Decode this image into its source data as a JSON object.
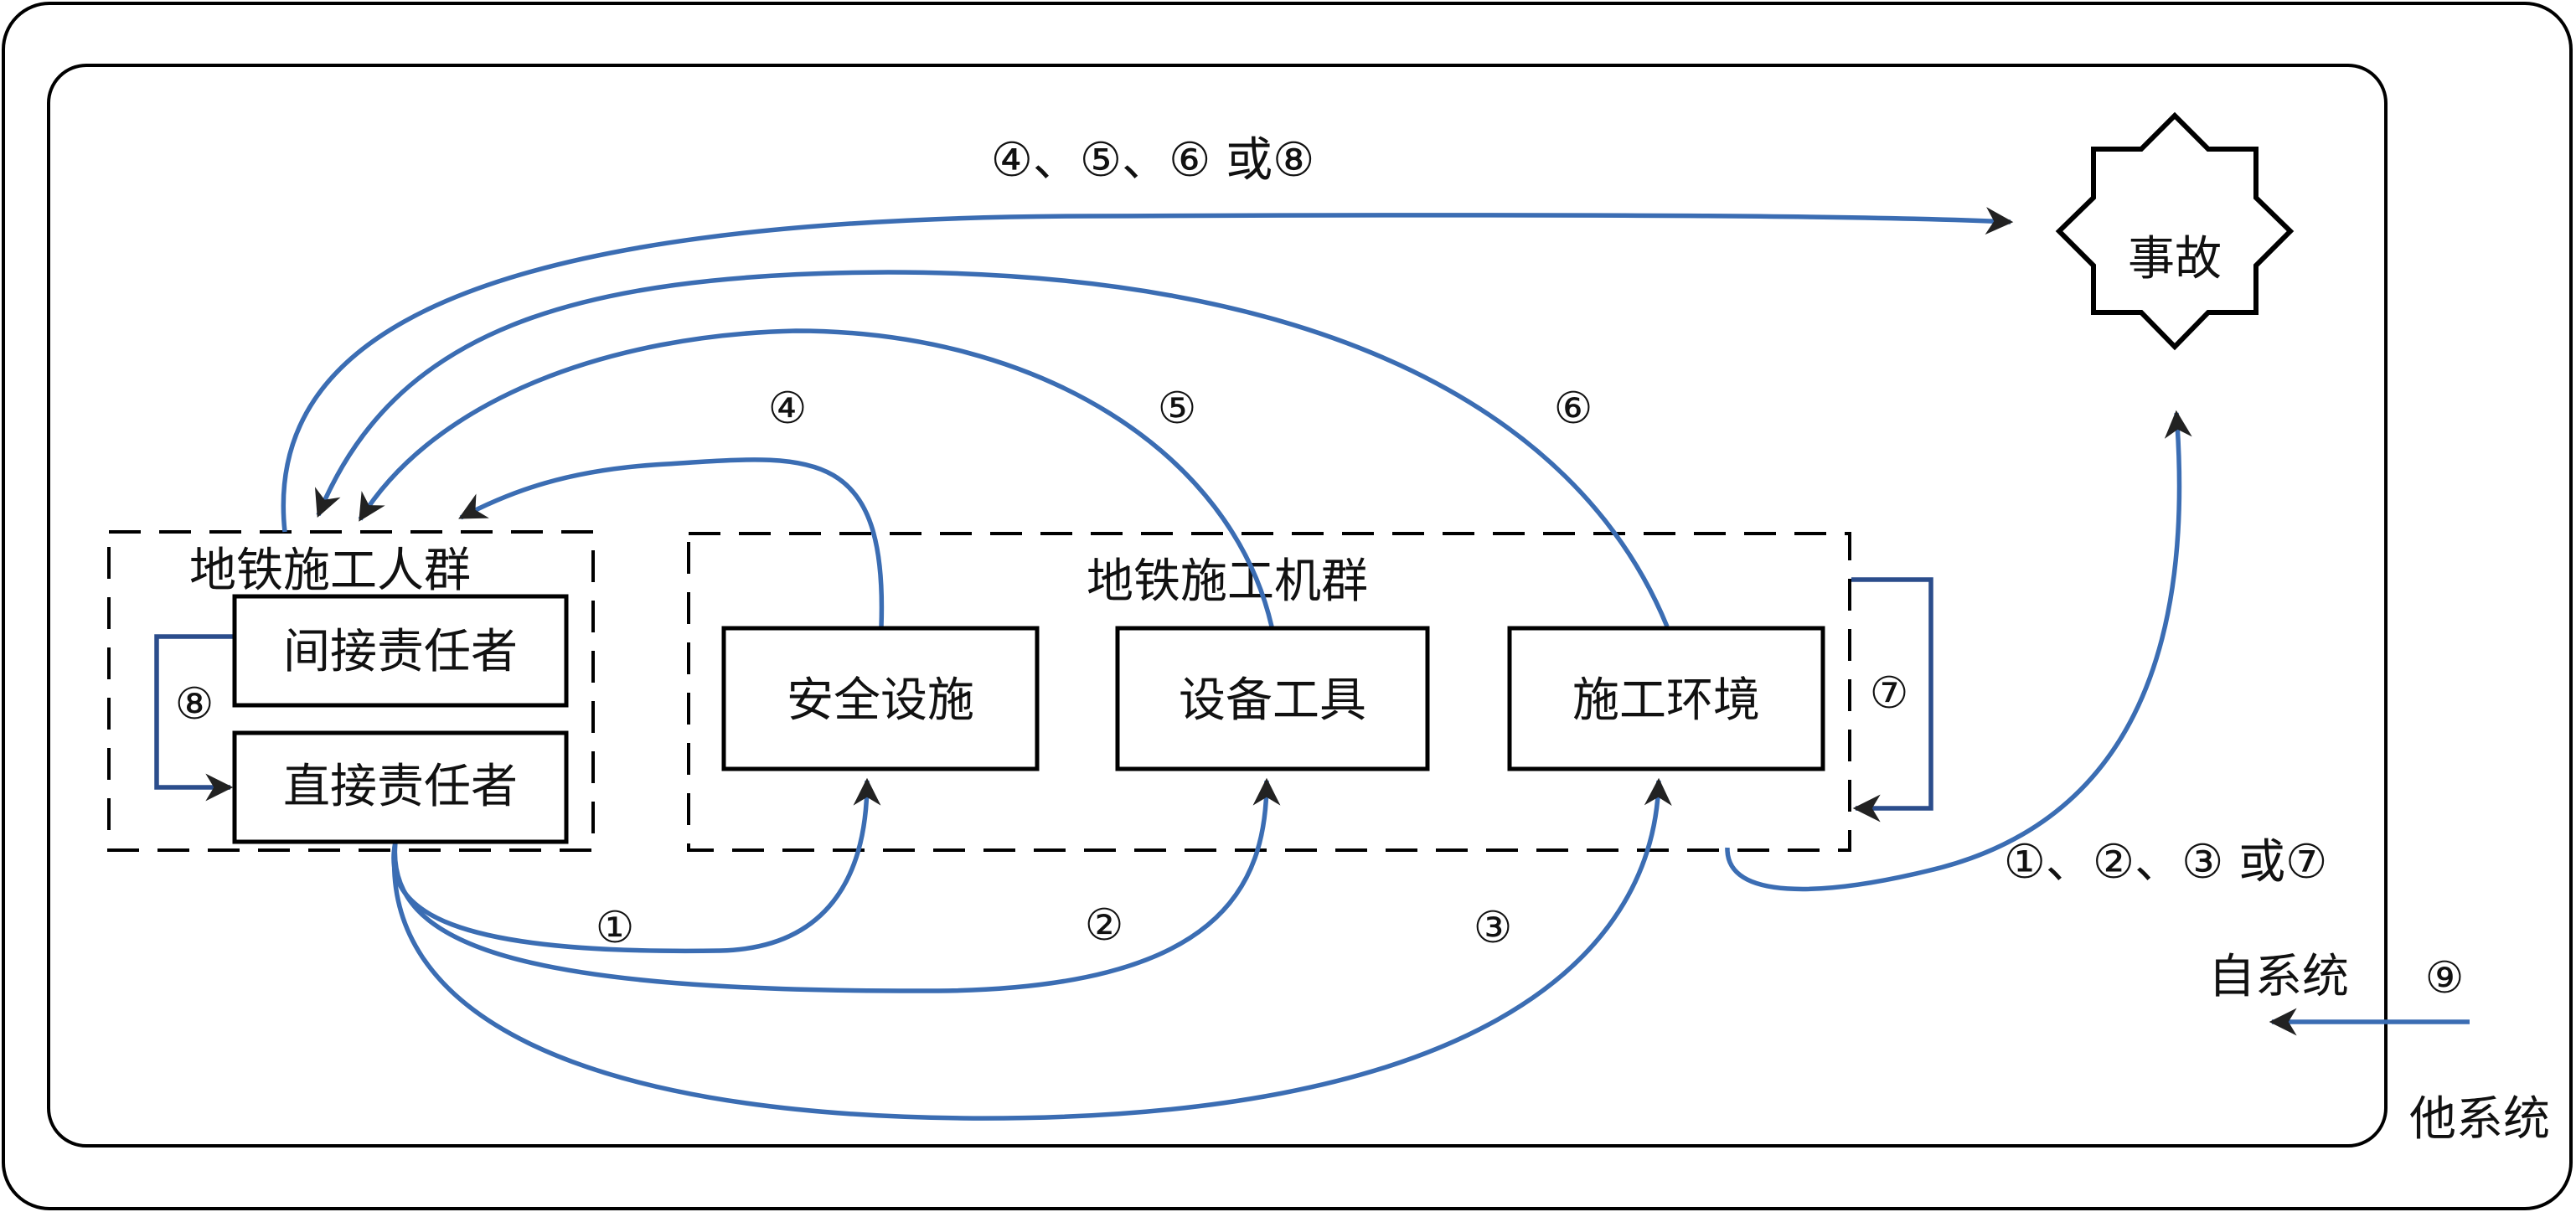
{
  "outer_label": "他系统",
  "self_system_label": "自系统",
  "self_system_marker": "⑨",
  "accident_label": "事故",
  "human_group": {
    "title": "地铁施工人群",
    "indirect": "间接责任者",
    "direct": "直接责任者",
    "loop_marker": "⑧"
  },
  "machine_group": {
    "title": "地铁施工机群",
    "items": [
      "安全设施",
      "设备工具",
      "施工环境"
    ],
    "loop_marker": "⑦"
  },
  "paths": {
    "p1": "①",
    "p2": "②",
    "p3": "③",
    "p4": "④",
    "p5": "⑤",
    "p6": "⑥",
    "to_accident_from_human": "④、⑤、⑥ 或⑧",
    "to_accident_from_machine": "①、②、③ 或⑦"
  },
  "colors": {
    "flow": "#3b6db3",
    "box_stroke": "#000000",
    "arrowhead": "#222222",
    "background": "#ffffff"
  }
}
